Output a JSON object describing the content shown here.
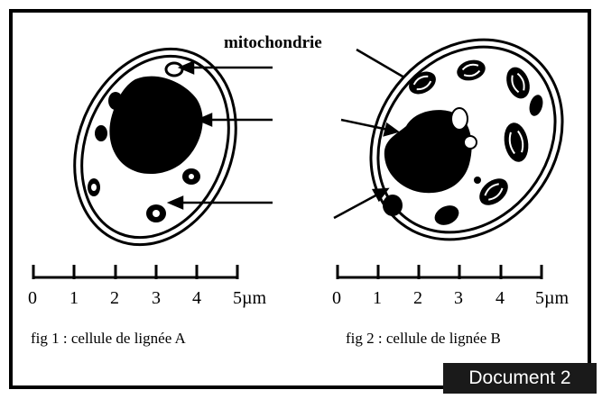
{
  "label_mitochondrie": "mitochondrie",
  "scale_a": {
    "ticks": [
      "0",
      "1",
      "2",
      "3",
      "4",
      "5µm"
    ]
  },
  "scale_b": {
    "ticks": [
      "0",
      "1",
      "2",
      "3",
      "4",
      "5µm"
    ]
  },
  "caption_a": "fig 1 : cellule de lignée A",
  "caption_b": "fig 2 : cellule de lignée B",
  "badge": "Document 2"
}
